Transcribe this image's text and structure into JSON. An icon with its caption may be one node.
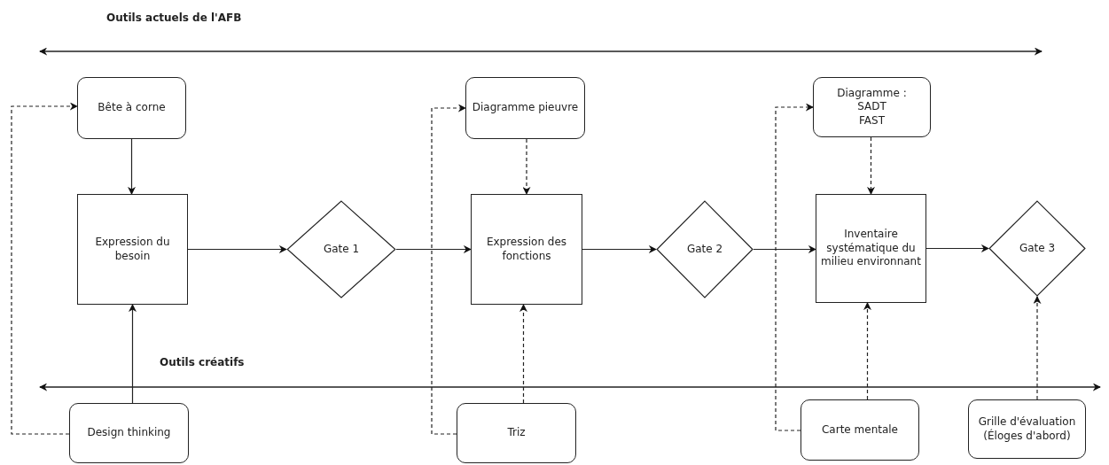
{
  "diagram": {
    "nodes": [
      {
        "text": [
          "Bête à corne"
        ]
      },
      {
        "text": [
          "Diagramme pieuvre"
        ]
      },
      {
        "text": [
          "Diagramme :",
          "SADT",
          "FAST"
        ]
      },
      {
        "text": [
          "Expression du besoin"
        ]
      },
      {
        "text": [
          "Gate 1"
        ]
      },
      {
        "text": [
          "Expression des fonctions"
        ]
      },
      {
        "text": [
          "Gate 2"
        ]
      },
      {
        "text": [
          "Inventaire systématique du milieu environnant"
        ]
      },
      {
        "text": [
          "Gate 3"
        ]
      },
      {
        "text": [
          "Design thinking"
        ]
      },
      {
        "text": [
          "Triz"
        ]
      },
      {
        "text": [
          "Carte mentale"
        ]
      },
      {
        "text": [
          "Grille d'évaluation (Éloges d'abord)"
        ]
      }
    ],
    "edges": [
      {
        "from": 0,
        "to": 3,
        "arrow": "to"
      },
      {
        "from": 3,
        "to": 4,
        "arrow": "to"
      },
      {
        "from": 4,
        "to": 5,
        "arrow": "to"
      },
      {
        "from": 5,
        "to": 6,
        "arrow": "to"
      },
      {
        "from": 6,
        "to": 7,
        "arrow": "to"
      },
      {
        "from": 7,
        "to": 8,
        "arrow": "to"
      },
      {
        "from": 1,
        "to": 5,
        "arrow": "to",
        "style": "dashed"
      },
      {
        "from": 2,
        "to": 7,
        "arrow": "to",
        "style": "dashed"
      },
      {
        "from": 9,
        "to": 3,
        "arrow": "to"
      },
      {
        "from": 9,
        "to": 0,
        "arrow": "to",
        "style": "dashed"
      },
      {
        "from": 10,
        "to": 5,
        "arrow": "to",
        "style": "dashed"
      },
      {
        "from": 10,
        "to": 1,
        "arrow": "to",
        "style": "dashed"
      },
      {
        "from": 11,
        "to": 7,
        "arrow": "to",
        "style": "dashed"
      },
      {
        "from": 11,
        "to": 2,
        "arrow": "to",
        "style": "dashed"
      },
      {
        "from": 12,
        "to": 8,
        "arrow": "to",
        "style": "dashed"
      }
    ],
    "labels": [
      "Outils actuels de l'AFB",
      "Outils créatifs"
    ]
  }
}
